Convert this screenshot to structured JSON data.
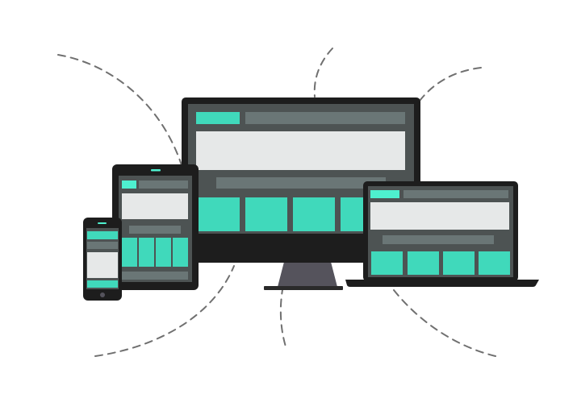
{
  "illustration": {
    "subject": "responsive-design-devices",
    "devices": [
      "desktop-monitor",
      "laptop",
      "tablet",
      "phone"
    ],
    "colors": {
      "background": "#ffffff",
      "accent": "#40d9bb",
      "accent_bright": "#4ef0cf",
      "device_frame": "#1d1d1d",
      "screen_base": "#4d5353",
      "bar_gray": "#6a7676",
      "content_light": "#e6e8e8",
      "stand": "#55535c",
      "dashed_line": "#707070"
    }
  }
}
